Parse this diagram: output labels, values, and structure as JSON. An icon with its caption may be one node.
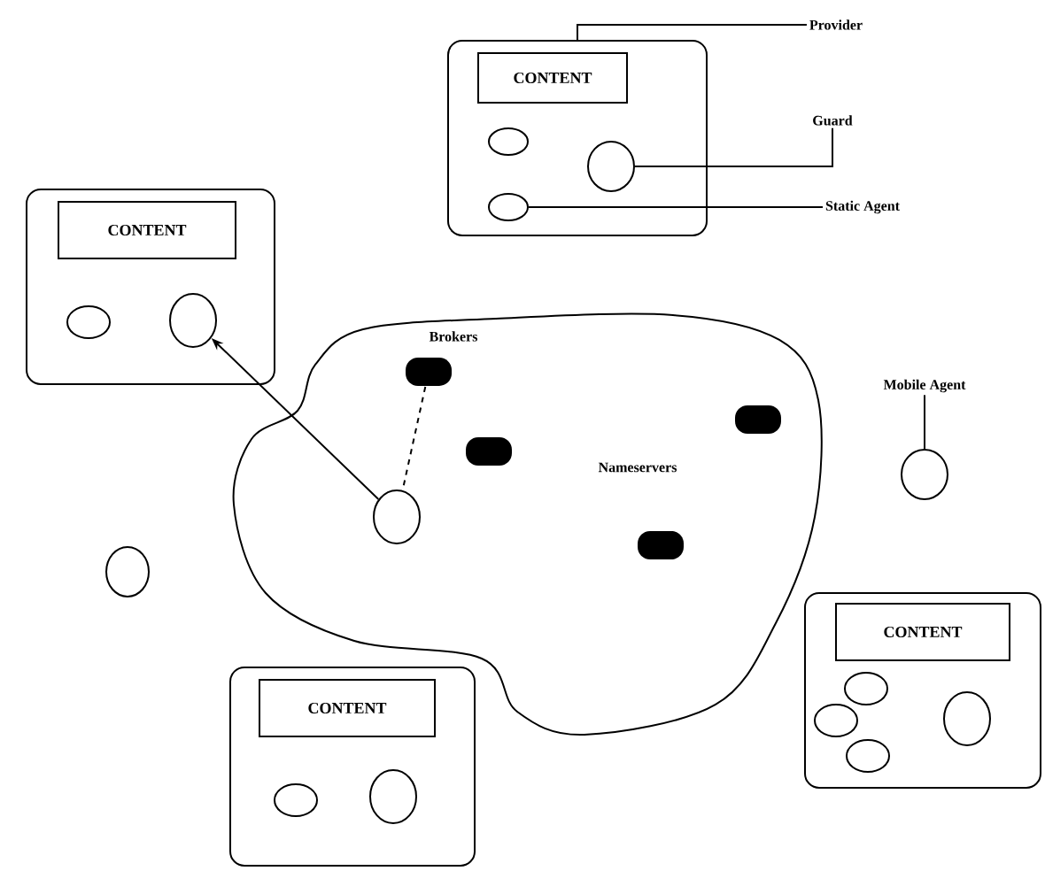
{
  "diagram": {
    "nodes": [
      {
        "text": [],
        "shape": "box"
      },
      {
        "text": [
          "CONTENT"
        ],
        "in": 0
      },
      {
        "text": [],
        "shape": "ellipse",
        "in": 0
      },
      {
        "text": [],
        "shape": "ellipse",
        "in": 0
      },
      {
        "text": [],
        "shape": "ellipse",
        "in": 0
      },
      {
        "text": [
          "Provider"
        ]
      },
      {
        "text": [
          "Guard"
        ]
      },
      {
        "text": [
          "Static Agent"
        ]
      },
      {
        "text": [],
        "shape": "box"
      },
      {
        "text": [
          "CONTENT"
        ],
        "in": 8
      },
      {
        "text": [],
        "shape": "ellipse",
        "in": 8
      },
      {
        "text": [],
        "shape": "ellipse",
        "in": 8
      },
      {
        "text": [],
        "shape": "cloud"
      },
      {
        "text": [],
        "shape": "pill",
        "in": 12
      },
      {
        "text": [],
        "shape": "pill",
        "in": 12
      },
      {
        "text": [],
        "shape": "pill",
        "in": 12
      },
      {
        "text": [],
        "shape": "pill",
        "in": 12
      },
      {
        "text": [],
        "shape": "ellipse",
        "in": 12
      },
      {
        "text": [
          "Mobile Agent"
        ]
      },
      {
        "text": [],
        "shape": "ellipse"
      },
      {
        "text": [],
        "shape": "ellipse"
      },
      {
        "text": [],
        "shape": "box"
      },
      {
        "text": [
          "CONTENT"
        ],
        "in": 21
      },
      {
        "text": [],
        "shape": "ellipse",
        "in": 21
      },
      {
        "text": [],
        "shape": "ellipse",
        "in": 21
      },
      {
        "text": [],
        "shape": "ellipse",
        "in": 21
      },
      {
        "text": [],
        "shape": "ellipse",
        "in": 21
      },
      {
        "text": [],
        "shape": "box"
      },
      {
        "text": [
          "CONTENT"
        ],
        "in": 27
      },
      {
        "text": [],
        "shape": "ellipse",
        "in": 27
      },
      {
        "text": [],
        "shape": "ellipse",
        "in": 27
      }
    ],
    "edges": [
      {
        "from": 5,
        "to": 0,
        "arrow": "none"
      },
      {
        "from": 6,
        "to": 3,
        "arrow": "none"
      },
      {
        "from": 7,
        "to": 4,
        "arrow": "none"
      },
      {
        "from": 17,
        "to": 11,
        "arrow": "to"
      },
      {
        "from": 13,
        "to": 17,
        "arrow": "none",
        "style": "dashed"
      },
      {
        "from": 18,
        "to": 19,
        "arrow": "none"
      }
    ],
    "labels": [
      "Brokers",
      "Nameservers"
    ]
  }
}
